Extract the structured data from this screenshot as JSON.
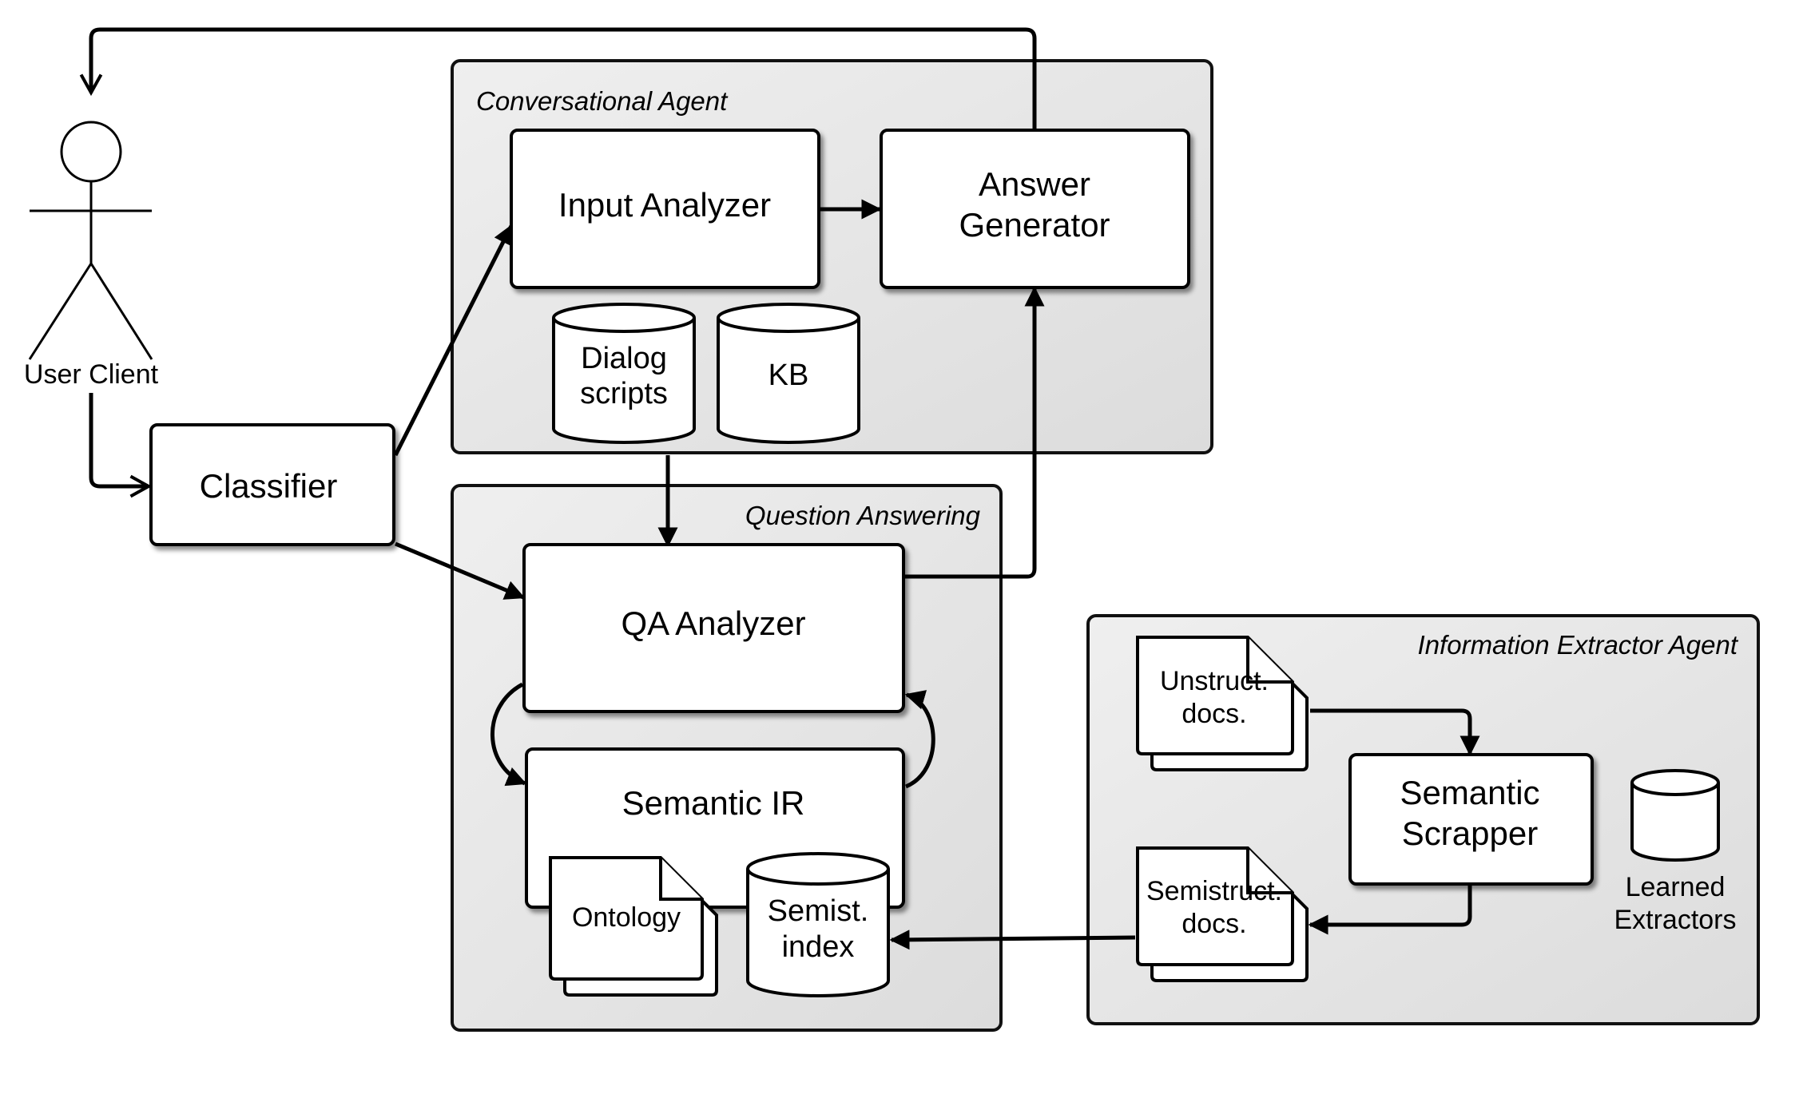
{
  "actor": {
    "label": "User Client"
  },
  "groups": {
    "conversational_agent": "Conversational Agent",
    "question_answering": "Question Answering",
    "information_extractor": "Information Extractor Agent"
  },
  "nodes": {
    "classifier": "Classifier",
    "input_analyzer": "Input Analyzer",
    "answer_generator": [
      "Answer",
      "Generator"
    ],
    "dialog_scripts": [
      "Dialog",
      "scripts"
    ],
    "kb": "KB",
    "qa_analyzer": "QA Analyzer",
    "semantic_ir": "Semantic IR",
    "ontology": "Ontology",
    "semist_index": [
      "Semist.",
      "index"
    ],
    "unstruct_docs": [
      "Unstruct.",
      "docs."
    ],
    "semistruct_docs": [
      "Semistruct.",
      "docs."
    ],
    "semantic_scrapper": [
      "Semantic",
      "Scrapper"
    ],
    "learned_extractors": [
      "Learned",
      "Extractors"
    ]
  },
  "edges": [
    {
      "from": "Answer Generator",
      "to": "User Client"
    },
    {
      "from": "User Client",
      "to": "Classifier"
    },
    {
      "from": "Classifier",
      "to": "Input Analyzer"
    },
    {
      "from": "Classifier",
      "to": "QA Analyzer"
    },
    {
      "from": "Input Analyzer",
      "to": "Answer Generator"
    },
    {
      "from": "Conversational Agent",
      "to": "QA Analyzer"
    },
    {
      "from": "QA Analyzer",
      "to": "Answer Generator"
    },
    {
      "from": "QA Analyzer",
      "to": "Semantic IR"
    },
    {
      "from": "Semantic IR",
      "to": "QA Analyzer"
    },
    {
      "from": "Unstruct. docs.",
      "to": "Semantic Scrapper"
    },
    {
      "from": "Semantic Scrapper",
      "to": "Semistruct. docs."
    },
    {
      "from": "Semistruct. docs.",
      "to": "Semist. index"
    }
  ]
}
